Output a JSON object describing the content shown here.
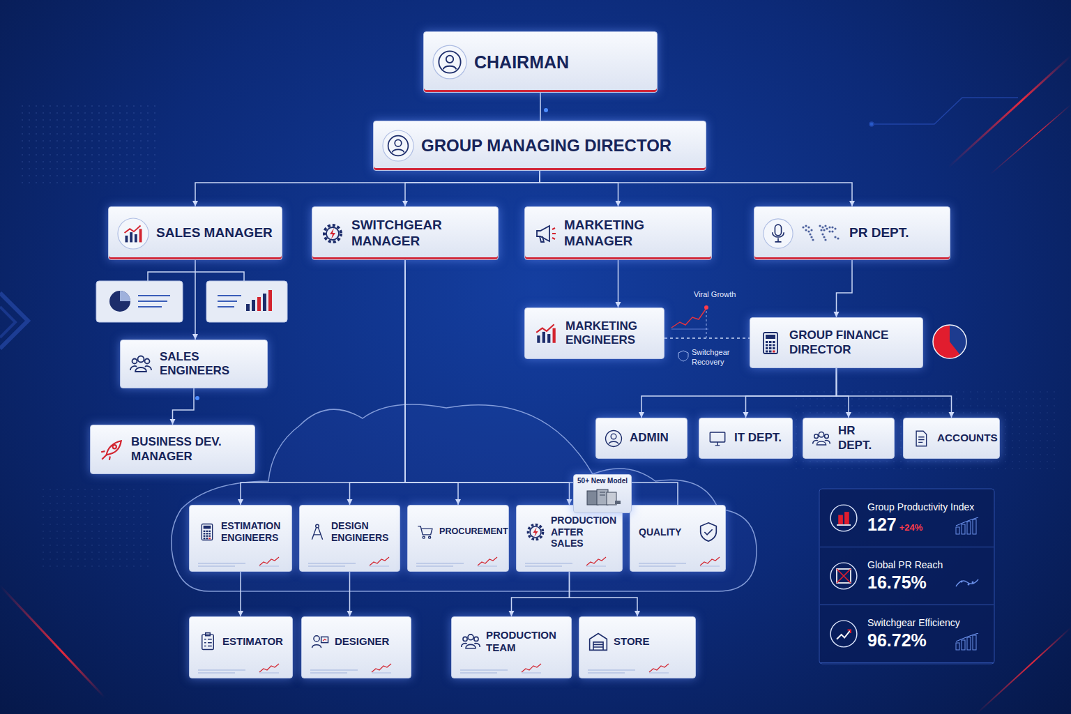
{
  "diagram": {
    "nodes": [
      {
        "text": [
          "CHAIRMAN"
        ]
      },
      {
        "text": [
          "GROUP MANAGING DIRECTOR"
        ]
      },
      {
        "text": [
          "SALES MANAGER"
        ]
      },
      {
        "text": [
          "SWITCHGEAR MANAGER"
        ]
      },
      {
        "text": [
          "MARKETING MANAGER"
        ]
      },
      {
        "text": [
          "PR DEPT."
        ]
      },
      {
        "text": [
          "SALES ENGINEERS"
        ]
      },
      {
        "text": [
          "BUSINESS DEV. MANAGER"
        ]
      },
      {
        "text": [
          "MARKETING ENGINEERS"
        ]
      },
      {
        "text": [
          "GROUP FINANCE DIRECTOR"
        ]
      },
      {
        "text": [
          "ADMIN"
        ]
      },
      {
        "text": [
          "IT DEPT."
        ]
      },
      {
        "text": [
          "HR DEPT."
        ]
      },
      {
        "text": [
          "ACCOUNTS"
        ]
      },
      {
        "text": [
          "ESTIMATION ENGINEERS"
        ]
      },
      {
        "text": [
          "DESIGN ENGINEERS"
        ]
      },
      {
        "text": [
          "PROCUREMENT"
        ]
      },
      {
        "text": [
          "PRODUCTION AFTER SALES"
        ]
      },
      {
        "text": [
          "QUALITY"
        ]
      },
      {
        "text": [
          "50+ New Model"
        ]
      },
      {
        "text": [
          "ESTIMATOR"
        ]
      },
      {
        "text": [
          "DESIGNER"
        ]
      },
      {
        "text": [
          "PRODUCTION TEAM"
        ]
      },
      {
        "text": [
          "STORE"
        ]
      },
      {
        "text": [
          "Group Productivity Index",
          "127",
          "+24%"
        ]
      },
      {
        "text": [
          "Global PR Reach",
          "16.75%"
        ]
      },
      {
        "text": [
          "Switchgear Efficiency",
          "96.72%"
        ]
      }
    ],
    "edges": [
      {
        "from": 0,
        "to": 1,
        "arrow": "none"
      },
      {
        "from": 1,
        "to": 2,
        "arrow": "to"
      },
      {
        "from": 1,
        "to": 3,
        "arrow": "to"
      },
      {
        "from": 1,
        "to": 4,
        "arrow": "to"
      },
      {
        "from": 1,
        "to": 5,
        "arrow": "to"
      },
      {
        "from": 2,
        "to": 6,
        "arrow": "to"
      },
      {
        "from": 6,
        "to": 7,
        "arrow": "to"
      },
      {
        "from": 4,
        "to": 8,
        "arrow": "to"
      },
      {
        "from": 5,
        "to": 9,
        "arrow": "to"
      },
      {
        "from": 8,
        "to": 9,
        "arrow": "none"
      },
      {
        "from": 9,
        "to": 10,
        "arrow": "to"
      },
      {
        "from": 9,
        "to": 11,
        "arrow": "to"
      },
      {
        "from": 9,
        "to": 12,
        "arrow": "to"
      },
      {
        "from": 9,
        "to": 13,
        "arrow": "to"
      },
      {
        "from": 3,
        "to": 14,
        "arrow": "to"
      },
      {
        "from": 3,
        "to": 15,
        "arrow": "to"
      },
      {
        "from": 3,
        "to": 16,
        "arrow": "to"
      },
      {
        "from": 3,
        "to": 17,
        "arrow": "to"
      },
      {
        "from": 3,
        "to": 18,
        "arrow": "none"
      },
      {
        "from": 14,
        "to": 20,
        "arrow": "to"
      },
      {
        "from": 15,
        "to": 21,
        "arrow": "to"
      },
      {
        "from": 17,
        "to": 22,
        "arrow": "to"
      },
      {
        "from": 17,
        "to": 23,
        "arrow": "to"
      }
    ],
    "labels": [
      "Viral Growth",
      "Switchgear Recovery"
    ]
  }
}
